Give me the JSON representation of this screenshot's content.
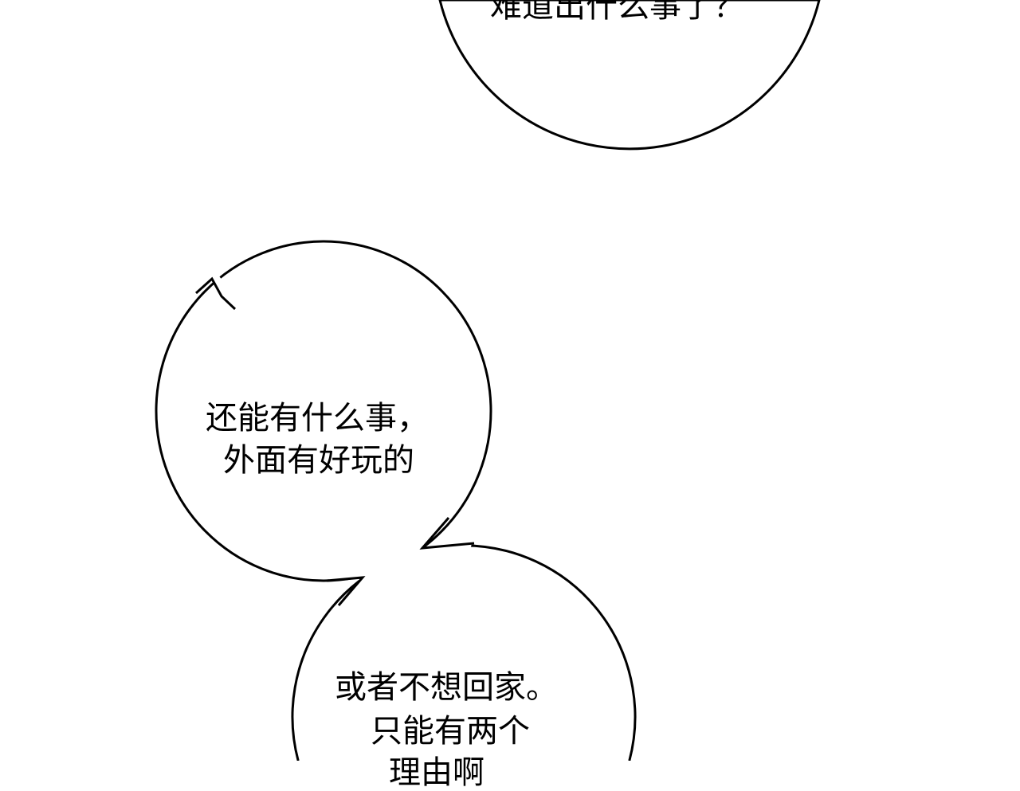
{
  "bubbles": {
    "top": {
      "lines": [
        "难道出什么事了？"
      ]
    },
    "middle": {
      "lines": [
        "还能有什么事，",
        "外面有好玩的"
      ]
    },
    "bottom": {
      "lines": [
        "或者不想回家。",
        "只能有两个",
        "理由啊"
      ]
    }
  },
  "colors": {
    "ink": "#000000",
    "paper": "#ffffff"
  }
}
